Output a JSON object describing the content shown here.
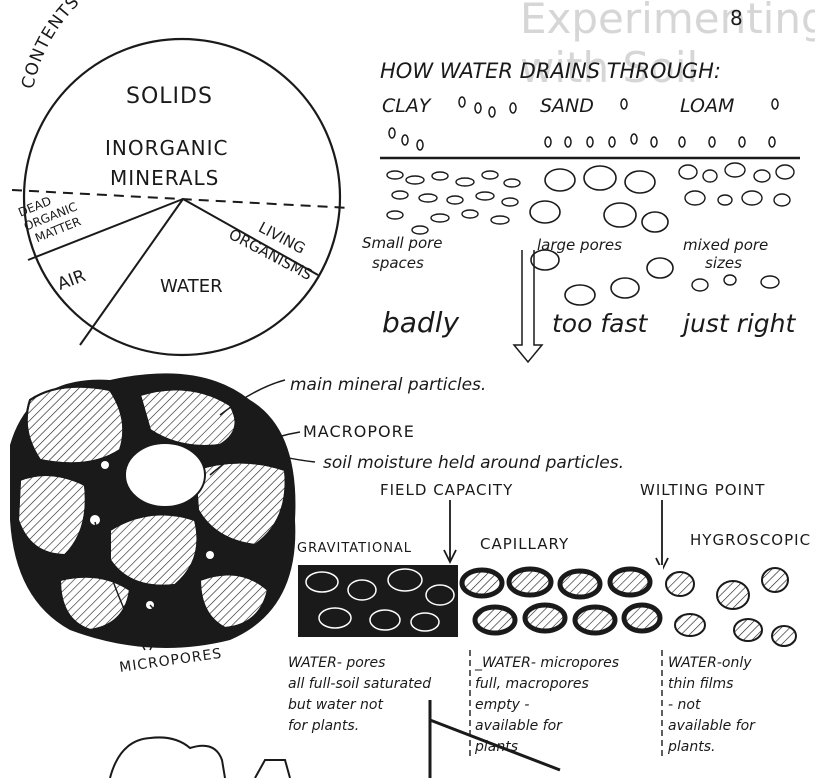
{
  "page": {
    "number": "8",
    "ghost_heading": "Experimenting with Soil"
  },
  "soil_pie": {
    "title": "CONTENTS OF A TYPICAL SOIL.",
    "solids": "SOLIDS",
    "inorganic_1": "INORGANIC",
    "inorganic_2": "MINERALS",
    "dead_1": "DEAD",
    "dead_2": "ORGANIC",
    "dead_3": "MATTER",
    "living_1": "LIVING",
    "living_2": "ORGANISMS",
    "air": "AIR",
    "water": "WATER"
  },
  "drainage": {
    "title": "HOW WATER DRAINS THROUGH:",
    "clay": "CLAY",
    "sand": "SAND",
    "loam": "LOAM",
    "clay_note_1": "Small pore",
    "clay_note_2": "spaces",
    "sand_note": "large pores",
    "loam_note_1": "mixed pore",
    "loam_note_2": "sizes",
    "clay_result": "badly",
    "sand_result": "too fast",
    "loam_result": "just right"
  },
  "pores": {
    "mineral_label": "main mineral particles.",
    "macropore_label": "MACROPORE",
    "moisture_label": "soil moisture held around particles.",
    "micropores_label": "MICROPORES"
  },
  "water_states": {
    "field_capacity": "FIELD CAPACITY",
    "wilting_point": "WILTING POINT",
    "gravitational": "GRAVITATIONAL",
    "capillary": "CAPILLARY",
    "hygroscopic": "HYGROSCOPIC",
    "grav_desc": [
      "WATER- pores",
      "all full-soil saturated",
      "but water not",
      "for plants."
    ],
    "cap_desc": [
      "_WATER- micropores",
      "full, macropores",
      "empty -",
      "available for",
      "plants"
    ],
    "hygro_desc": [
      "WATER-only",
      "thin films",
      "- not",
      "available for",
      "plants."
    ]
  }
}
